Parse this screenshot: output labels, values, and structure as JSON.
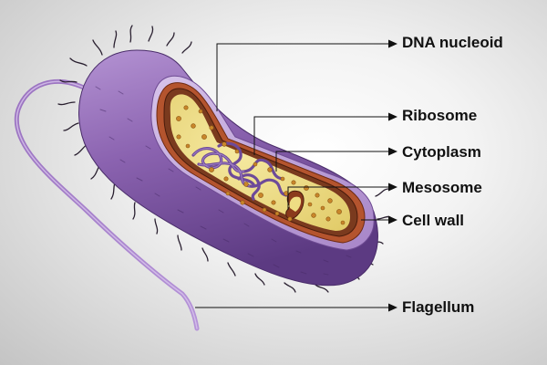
{
  "labels": {
    "dna_nucleoid": "DNA nucleoid",
    "ribosome": "Ribosome",
    "cytoplasm": "Cytoplasm",
    "mesosome": "Mesosome",
    "cell_wall": "Cell wall",
    "flagellum": "Flagellum"
  },
  "colors": {
    "background": "#e6e6e6",
    "cell_body": "#8b63b0",
    "cell_body_dark": "#5c3a82",
    "cell_body_light": "#cfb8e6",
    "cytoplasm": "#eedd83",
    "inner_membrane": "#8a3a1c",
    "ribosome": "#c9862a",
    "dna": "#7b56a4",
    "label_text": "#111111",
    "leader_line": "#111111"
  }
}
